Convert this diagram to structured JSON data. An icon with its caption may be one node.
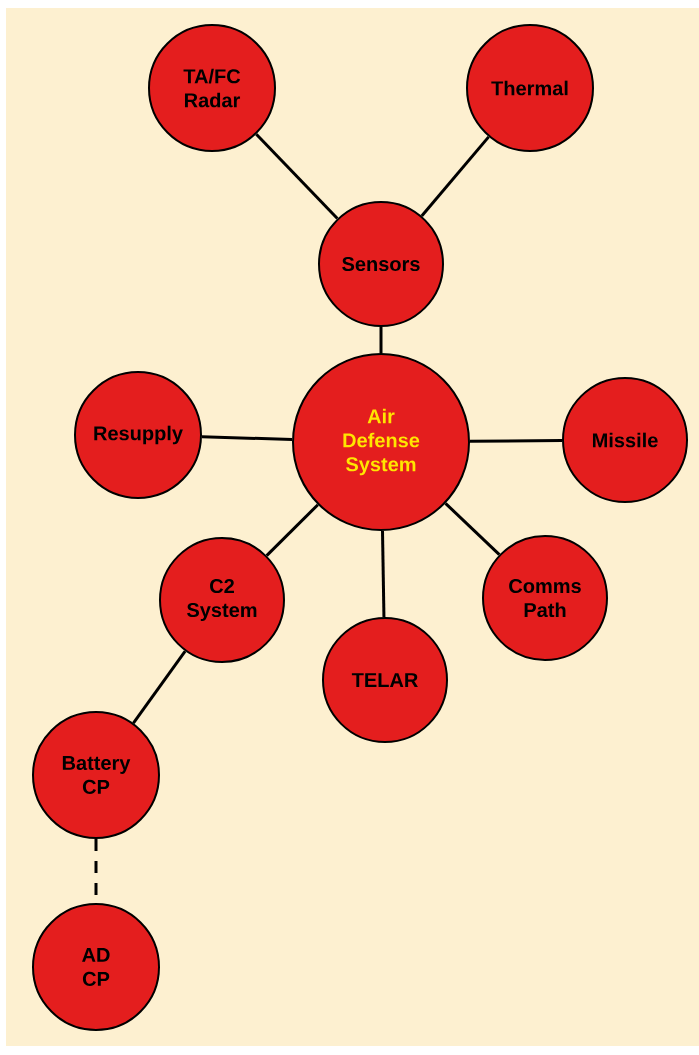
{
  "diagram": {
    "nodes": [
      {
        "text": [
          "TA/FC Radar"
        ]
      },
      {
        "text": [
          "Thermal"
        ]
      },
      {
        "text": [
          "Sensors"
        ]
      },
      {
        "text": [
          "Resupply"
        ]
      },
      {
        "text": [
          "Air Defense System"
        ]
      },
      {
        "text": [
          "Missile"
        ]
      },
      {
        "text": [
          "C2 System"
        ]
      },
      {
        "text": [
          "Comms Path"
        ]
      },
      {
        "text": [
          "TELAR"
        ]
      },
      {
        "text": [
          "Battery CP"
        ]
      },
      {
        "text": [
          "AD CP"
        ]
      }
    ],
    "edges": [
      {
        "from": 2,
        "to": 0,
        "arrow": "none"
      },
      {
        "from": 2,
        "to": 1,
        "arrow": "none"
      },
      {
        "from": 4,
        "to": 2,
        "arrow": "none"
      },
      {
        "from": 4,
        "to": 3,
        "arrow": "none"
      },
      {
        "from": 4,
        "to": 5,
        "arrow": "none"
      },
      {
        "from": 4,
        "to": 6,
        "arrow": "none"
      },
      {
        "from": 4,
        "to": 8,
        "arrow": "none"
      },
      {
        "from": 4,
        "to": 7,
        "arrow": "none"
      },
      {
        "from": 6,
        "to": 9,
        "arrow": "none"
      },
      {
        "from": 9,
        "to": 10,
        "arrow": "none",
        "style": "dashed"
      }
    ]
  }
}
